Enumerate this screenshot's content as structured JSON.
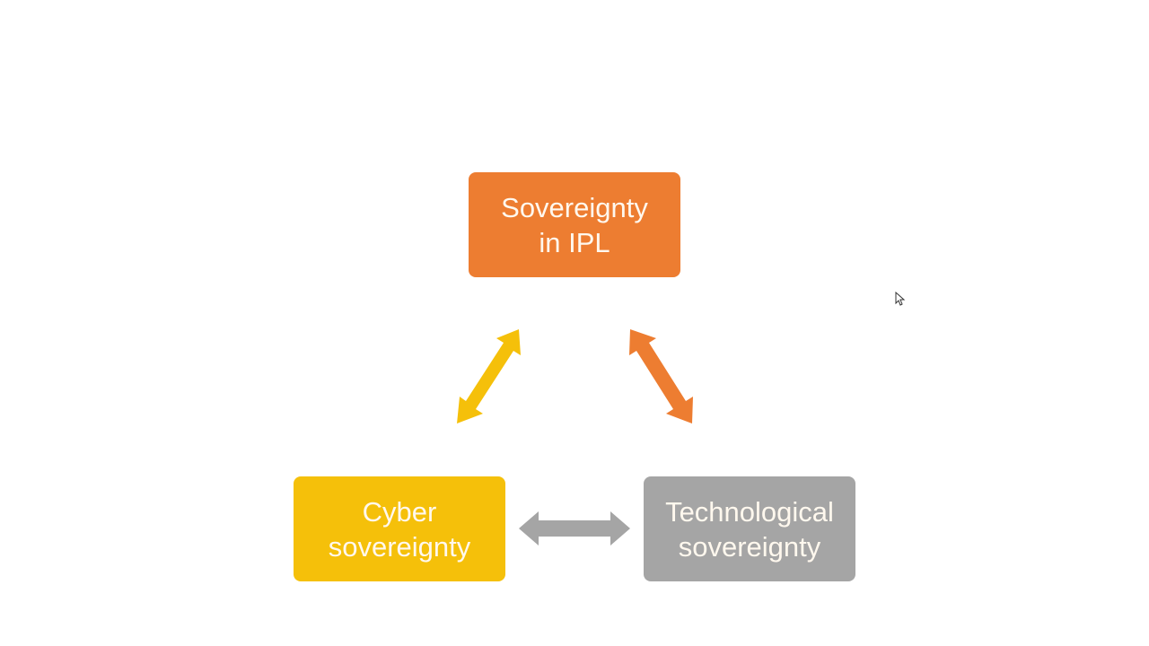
{
  "diagram": {
    "nodes": [
      {
        "id": "top",
        "line1": "Sovereignty",
        "line2": "in IPL",
        "color": "#ED7D31"
      },
      {
        "id": "left",
        "line1": "Cyber",
        "line2": "sovereignty",
        "color": "#F5C00A"
      },
      {
        "id": "right",
        "line1": "Technological",
        "line2": "sovereignty",
        "color": "#A5A5A5"
      }
    ],
    "edges": [
      {
        "from": "left",
        "to": "top",
        "type": "bidirectional",
        "color": "#F5C00A"
      },
      {
        "from": "top",
        "to": "right",
        "type": "bidirectional",
        "color": "#ED7D31"
      },
      {
        "from": "left",
        "to": "right",
        "type": "bidirectional",
        "color": "#A5A5A5"
      }
    ]
  },
  "cursor": {
    "icon": "mouse-pointer-icon"
  }
}
